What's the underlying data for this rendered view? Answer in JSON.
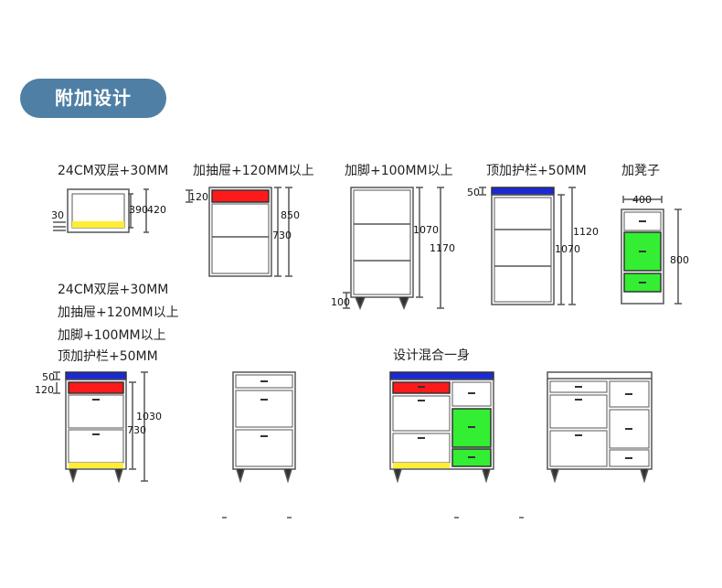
{
  "header": {
    "badge": "附加设计"
  },
  "labels": {
    "double_layer": "24CM双层+30MM",
    "add_drawer": "加抽屉+120MM以上",
    "add_legs": "加脚+100MM以上",
    "top_rail": "顶加护栏+50MM",
    "add_stool": "加凳子",
    "combo_line1": "24CM双层+30MM",
    "combo_line2": "加抽屉+120MM以上",
    "combo_line3": "加脚+100MM以上",
    "combo_line4": "顶加护栏+50MM",
    "mixed": "设计混合一身"
  },
  "dims": {
    "d30": "30",
    "d390": "390",
    "d420": "420",
    "d120": "120",
    "d850": "850",
    "d730": "730",
    "d1070": "1070",
    "d1170": "1170",
    "d100": "100",
    "d50": "50",
    "d1120": "1120",
    "d1070b": "1070",
    "d400": "400",
    "d800": "800",
    "c50": "50",
    "c120": "120",
    "c1030": "1030",
    "c730": "730"
  },
  "colors": {
    "accent_badge": "#4f7fa4",
    "red": "#ff1a1a",
    "yellow": "#ffee33",
    "blue": "#1a2ad6",
    "green": "#33ee33",
    "outline": "#555555"
  }
}
